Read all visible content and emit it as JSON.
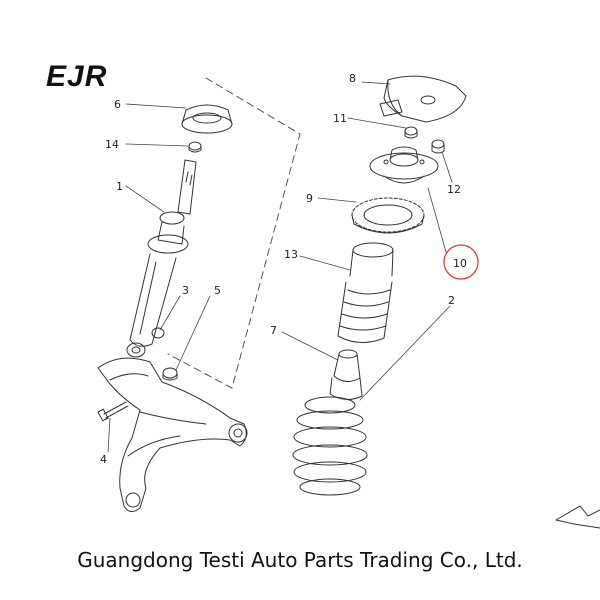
{
  "logo": {
    "text": "EJR"
  },
  "callouts": {
    "c1": "1",
    "c2": "2",
    "c3": "3",
    "c4": "4",
    "c5": "5",
    "c6": "6",
    "c7": "7",
    "c8": "8",
    "c9": "9",
    "c10": "10",
    "c11": "11",
    "c12": "12",
    "c13": "13",
    "c14": "14"
  },
  "highlight_color": "#d9302a",
  "footer": {
    "company": "Guangdong Testi Auto Parts Trading Co., Ltd."
  }
}
